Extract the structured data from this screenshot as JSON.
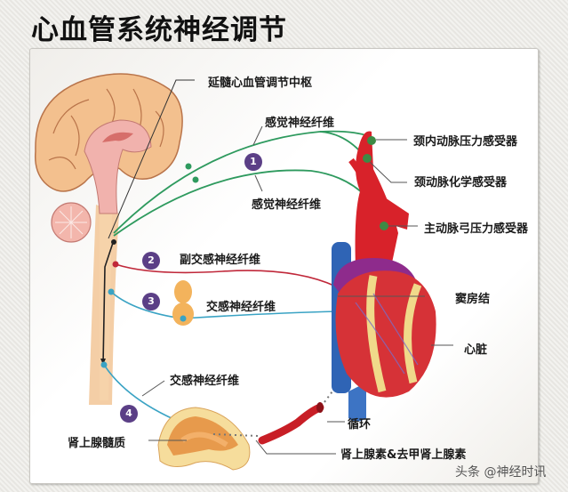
{
  "title": "心血管系统神经调节",
  "labels": {
    "medulla_center": "延髓心血管调节中枢",
    "sensory_fiber_top": "感觉神经纤维",
    "sensory_fiber_bottom": "感觉神经纤维",
    "carotid_baroreceptor": "颈内动脉压力感受器",
    "carotid_chemoreceptor": "颈动脉化学感受器",
    "aortic_baroreceptor": "主动脉弓压力感受器",
    "parasympathetic_fiber": "副交感神经纤维",
    "sympathetic_fiber": "交感神经纤维",
    "sa_node": "窦房结",
    "heart": "心脏",
    "sympathetic_fiber_adrenal": "交感神经纤维",
    "adrenal_medulla": "肾上腺髓质",
    "circulation": "循环",
    "hormones": "肾上腺素&去甲肾上腺素"
  },
  "badges": [
    "1",
    "2",
    "3",
    "4"
  ],
  "watermark": "头条 @神经时讯",
  "colors": {
    "sensory": "#2e9a5e",
    "parasympathetic": "#c0283a",
    "sympathetic": "#3aa3c4",
    "badge": "#5b3f86",
    "artery": "#d8222a",
    "vein": "#2f64b5",
    "brain": "#f3c08e"
  }
}
